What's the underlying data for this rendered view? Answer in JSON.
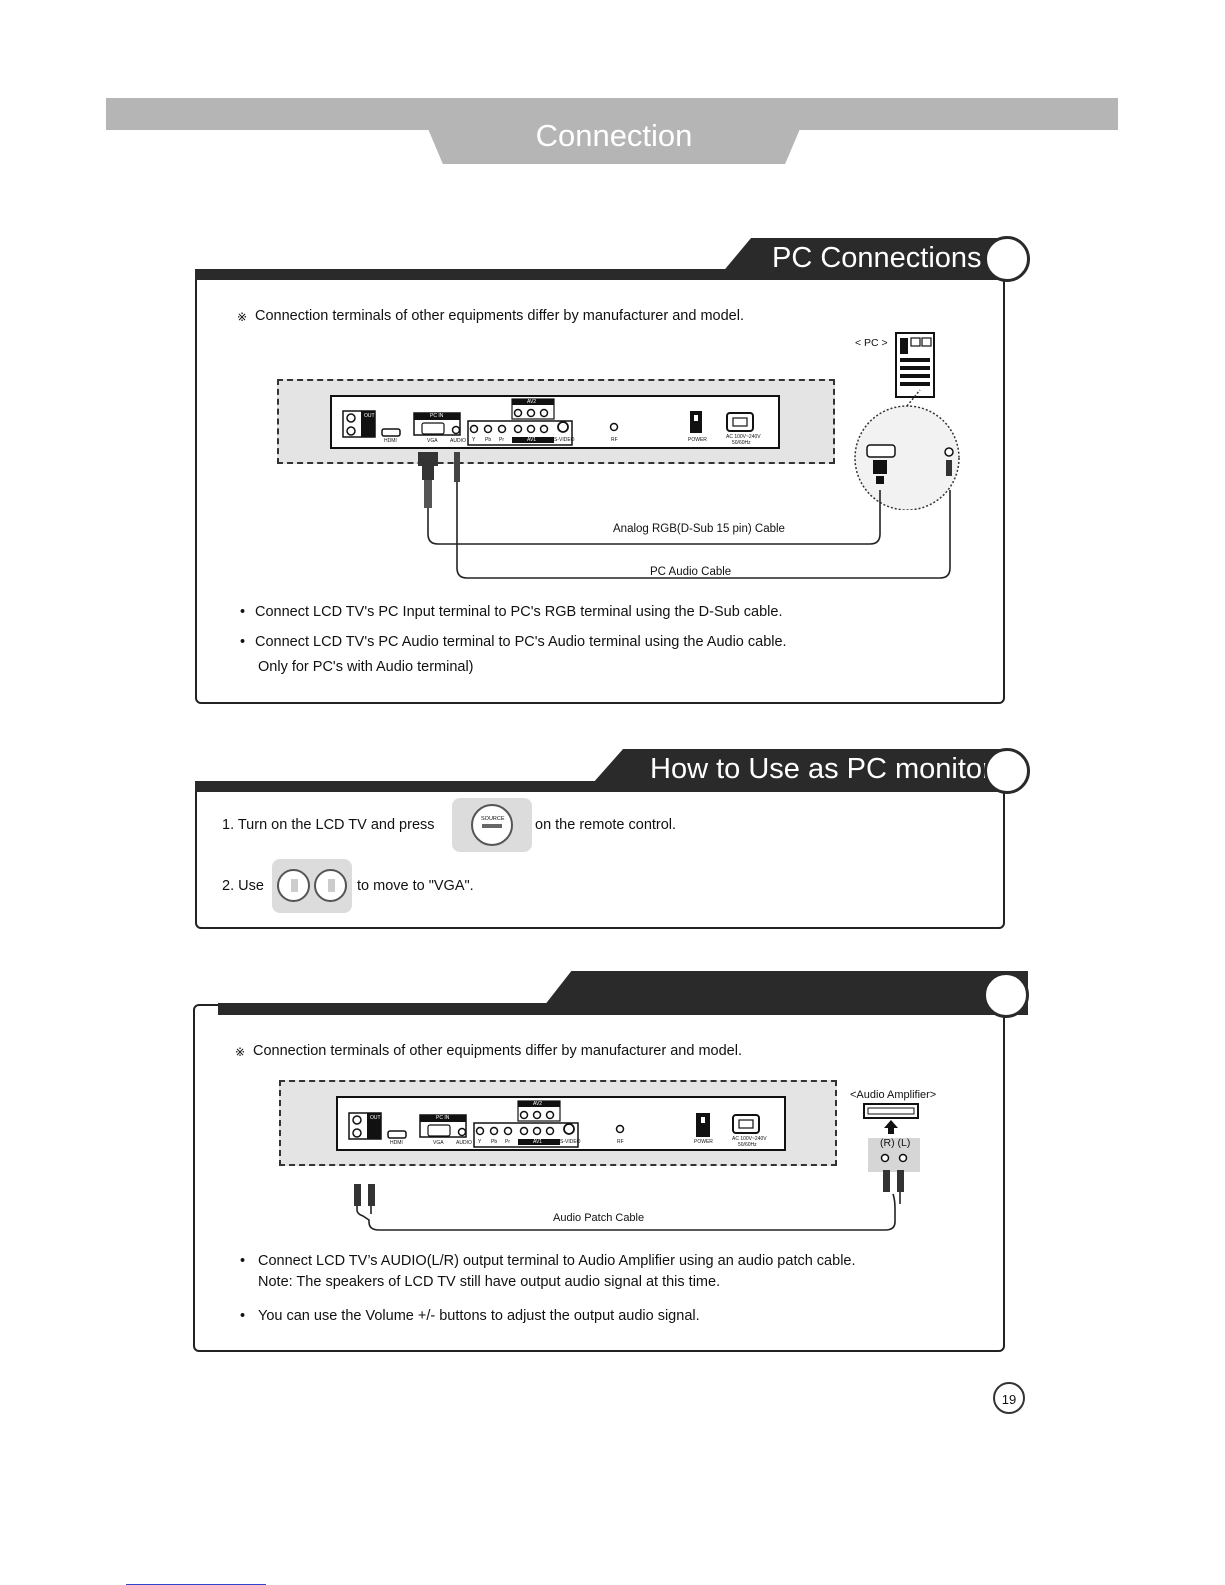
{
  "banner": {
    "title": "Connection"
  },
  "pc_connections": {
    "title": "PC Connections",
    "note_mark": "※",
    "note": "Connection terminals of other equipments differ by manufacturer and model.",
    "pc_label": "< PC >",
    "cable_rgb_label": "Analog RGB(D-Sub 15 pin) Cable",
    "cable_audio_label": "PC Audio Cable",
    "bullets": [
      "Connect LCD TV's PC Input terminal to PC's RGB terminal using the D-Sub cable.",
      "Connect LCD TV's PC Audio terminal to PC's Audio terminal using the Audio cable."
    ],
    "bullet_note": "Only for PC's with Audio terminal)"
  },
  "tv_panel": {
    "out": "OUT",
    "hdmi": "HDMI",
    "pc_in": "PC IN",
    "vga": "VGA",
    "audio": "AUDIO",
    "av2": "AV2",
    "av1": "AV1",
    "y": "Y",
    "pb": "Pb",
    "pr": "Pr",
    "svideo": "S-VIDEO",
    "rf": "RF",
    "power": "POWER",
    "ac": "AC 100V~240V",
    "hz": "50/60Hz"
  },
  "pc_monitor": {
    "title": "How to Use as PC monitor",
    "step1_pre": "1. Turn on the LCD TV and press",
    "step1_post": "on the remote control.",
    "source_btn": "SOURCE",
    "step2_pre": "2. Use",
    "step2_post": "to move to \"VGA\"."
  },
  "audio_out": {
    "note_mark": "※",
    "note": "Connection terminals of other equipments differ by manufacturer and model.",
    "amp_label": "<Audio Amplifier>",
    "rl_label": "(R) (L)",
    "cable_label": "Audio Patch Cable",
    "bullets": [
      "Connect LCD TV’s AUDIO(L/R) output terminal to Audio Amplifier using an audio patch cable.",
      "You can use the Volume +/- buttons to adjust the output audio signal."
    ],
    "bullet_note": "Note: The speakers of LCD TV still have output audio signal at this time."
  },
  "footer": {
    "page_number": "19"
  }
}
